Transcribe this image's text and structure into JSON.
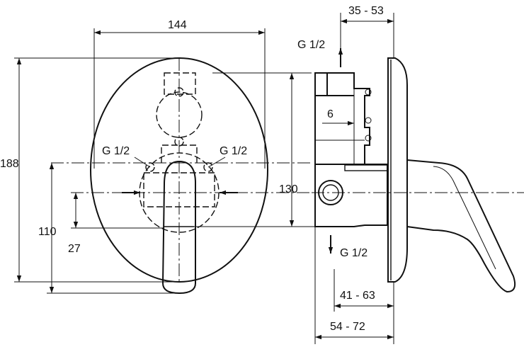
{
  "front_view": {
    "width_label": "144",
    "height_label": "188",
    "vertical_110_label": "110",
    "vertical_27_label": "27",
    "left_port_label": "G 1/2",
    "right_port_label": "G 1/2"
  },
  "side_view": {
    "top_depth_label": "35 - 53",
    "top_port_label": "G 1/2",
    "offset_label": "6",
    "height_label": "130",
    "bottom_port_label": "G 1/2",
    "depth_a_label": "41 - 63",
    "depth_b_label": "54 - 72"
  },
  "colors": {
    "ink": "#111111",
    "paper": "#ffffff"
  }
}
